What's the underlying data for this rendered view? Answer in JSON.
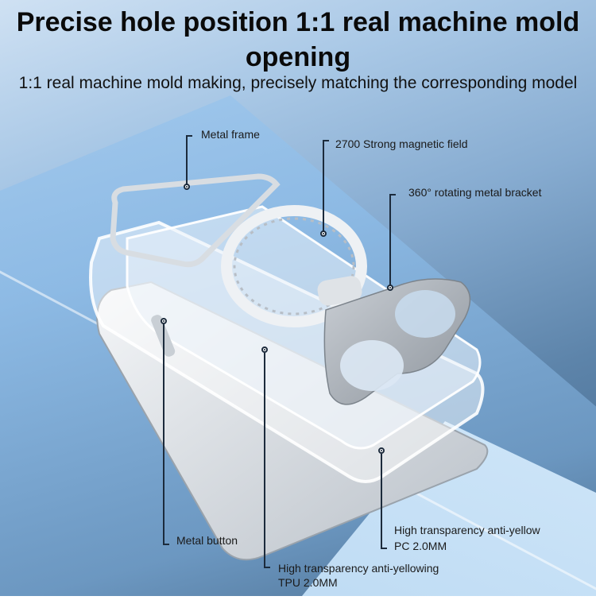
{
  "header": {
    "title": "Precise hole position 1:1 real machine mold opening",
    "subtitle": "1:1 real machine mold making, precisely matching the corresponding model"
  },
  "callouts": [
    {
      "id": "metal-frame",
      "label": "Metal frame"
    },
    {
      "id": "magnetic-field",
      "label": "2700 Strong magnetic field"
    },
    {
      "id": "rotating-bracket",
      "label": "360° rotating metal bracket"
    },
    {
      "id": "metal-button",
      "label": "Metal button"
    },
    {
      "id": "pc-layer",
      "label_line1": "High transparency anti-yellow",
      "label_line2": "PC 2.0MM"
    },
    {
      "id": "tpu-layer",
      "label_line1": "High transparency anti-yellowing",
      "label_line2": "TPU 2.0MM"
    }
  ],
  "colors": {
    "background_top": "#a9c8e6",
    "background_dark": "#3f6489",
    "surface_light": "#d4e9fa",
    "text": "#111111",
    "leader_line": "#1c2b3c"
  }
}
